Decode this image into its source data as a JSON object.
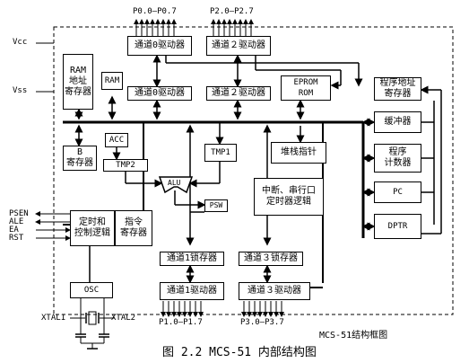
{
  "caption": "图 2.2 MCS-51 内部结构图",
  "subcaption": "MCS-51结构框图",
  "ports": {
    "p0": "P0.0—P0.7",
    "p2": "P2.0—P2.7",
    "p1": "P1.0—P1.7",
    "p3": "P3.0—P3.7"
  },
  "rails": {
    "vcc": "Vcc",
    "vss": "Vss"
  },
  "signals": {
    "psen": "PSEN",
    "ale": "ALE",
    "ea": "EA",
    "rst": "RST"
  },
  "xtal": {
    "xtal1": "XTAL1",
    "xtal2": "XTAL2"
  },
  "blocks": {
    "p0_driver_top": "通道0驱动器",
    "p2_driver_top": "通道２驱动器",
    "ram_addr_reg": "RAM\n地址\n寄存器",
    "ram": "RAM",
    "p0_latch": "通道0驱动器",
    "p2_latch": "通道２驱动器",
    "eprom_rom": "EPROM\nROM",
    "prog_addr_reg": "程序地址\n寄存器",
    "buffer": "缓冲器",
    "pc_incrementer": "程序\n计数器",
    "pc": "PC",
    "dptr": "DPTR",
    "b_reg": "B\n寄存器",
    "acc": "ACC",
    "tmp2": "TMP2",
    "tmp1": "TMP1",
    "stack_pointer": "堆栈指针",
    "alu": "ALU",
    "psw": "PSW",
    "interrupt_logic": "中断、串行口\n定时器逻辑",
    "timing_control": "定时和\n控制逻辑",
    "instr_reg": "指令\n寄存器",
    "p1_latch": "通道1锁存器",
    "p3_latch": "通道３锁存器",
    "p1_driver": "通道1驱动器",
    "p3_driver": "通道３驱动器",
    "osc": "OSC"
  }
}
